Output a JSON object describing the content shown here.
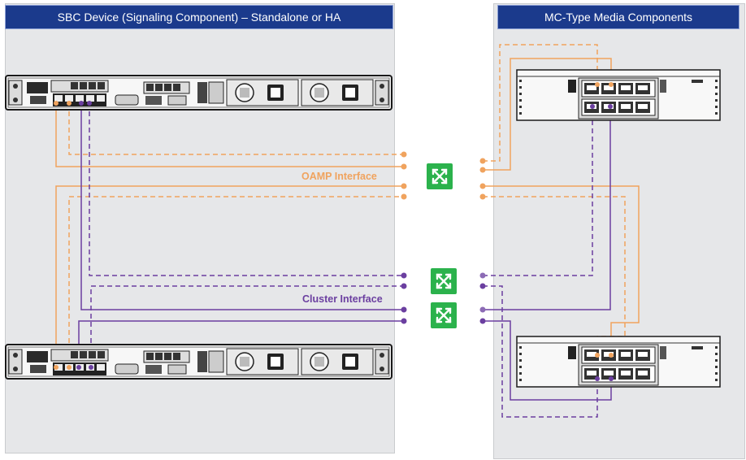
{
  "left_panel": {
    "title": "SBC Device (Signaling Component) – Standalone or HA"
  },
  "right_panel": {
    "title": "MC-Type Media Components"
  },
  "labels": {
    "oamp": "OAMP Interface",
    "cluster": "Cluster Interface"
  },
  "colors": {
    "panel_bg": "#e6e7e9",
    "header_bg": "#1b3a8c",
    "oamp_line": "#f0a35e",
    "oamp_label": "#f0a35e",
    "cluster_line": "#6b3fa0",
    "cluster_label": "#6b3fa0",
    "switch_green": "#2bb24c"
  },
  "icons": {
    "switch": "network-switch-icon",
    "sbc_server": "rack-server-1u-icon",
    "mc_unit": "media-component-chassis-icon"
  },
  "devices": {
    "sbc_units": [
      "sbc-server-top",
      "sbc-server-bottom"
    ],
    "mc_units": [
      "mc-unit-top",
      "mc-unit-bottom"
    ],
    "switches": [
      "oamp-switch",
      "cluster-switch-1",
      "cluster-switch-2"
    ]
  }
}
